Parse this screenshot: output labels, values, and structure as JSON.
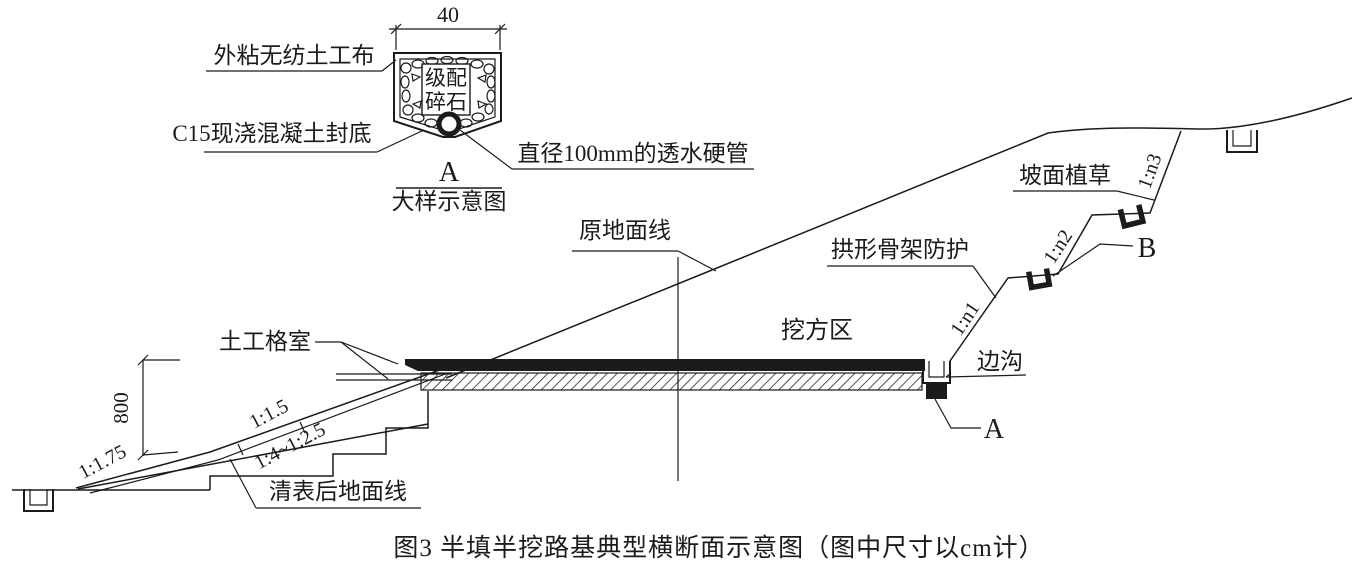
{
  "detail": {
    "width_dim": "40",
    "geotextile_label": "外粘无纺土工布",
    "gravel_line1": "级配",
    "gravel_line2": "碎石",
    "concrete_label": "C15现浇混凝土封底",
    "pipe_label": "直径100mm的透水硬管",
    "section_letter": "A",
    "subtitle": "大样示意图"
  },
  "section": {
    "original_ground_label": "原地面线",
    "cleared_ground_label": "清表后地面线",
    "cut_zone_label": "挖方区",
    "arch_frame_label": "拱形骨架防护",
    "slope_grass_label": "坡面植草",
    "side_ditch_label": "边沟",
    "geocell_label": "土工格室",
    "height_dim": "800",
    "marker_a": "A",
    "marker_b": "B",
    "slope_n1": "1:n1",
    "slope_n2": "1:n2",
    "slope_n3": "1:n3",
    "slope_fill_upper": "1:1.5",
    "slope_ground_range": "1:4~1:2.5",
    "slope_fill_lower": "1:1.75"
  },
  "caption": "图3  半填半挖路基典型横断面示意图（图中尺寸以cm计）",
  "colors": {
    "ink": "#1b1b1b",
    "paper": "#ffffff"
  }
}
